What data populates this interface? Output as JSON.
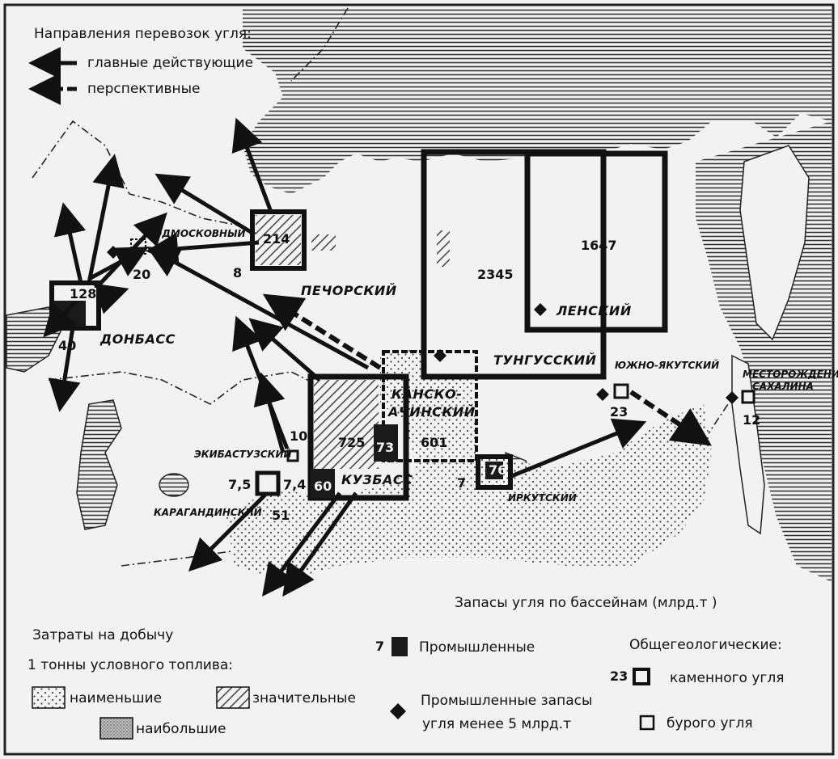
{
  "legend_transport": {
    "title": "Направления перевозок угля:",
    "main": "главные действующие",
    "prospective": "перспективные"
  },
  "legend_reserves": {
    "title": "Запасы угля по бассейнам (млрд.т )",
    "industrial_value": "7",
    "industrial": "Промышленные",
    "general_title": "Общегеологические:",
    "hard_value": "23",
    "hard_coal": "каменного угля",
    "brown_coal": "бурого угля",
    "small_reserves_line1": "Промышленные запасы",
    "small_reserves_line2": "угля менее 5 млрд.т"
  },
  "legend_costs": {
    "title_line1": "Затраты на добычу",
    "title_line2": "1 тонны условного топлива:",
    "lowest": "наименьшие",
    "significant": "значительные",
    "highest": "наибольшие"
  },
  "basins": {
    "podmoskovny": "ПОДМОСКОВНЫЙ",
    "pechorsky": "ПЕЧОРСКИЙ",
    "donbass": "ДОНБАСС",
    "tungussky": "ТУНГУССКИЙ",
    "lensky": "ЛЕНСКИЙ",
    "kansk_line1": "КАНСКО-",
    "kansk_line2": "АЧИНСКИЙ",
    "kuzbass": "КУЗБАСС",
    "ekibastuz": "ЭКИБАСТУЗСКИЙ",
    "karaganda": "КАРАГАНДИНСКИЙ",
    "irkutsk": "ИРКУТСКИЙ",
    "south_yakut": "ЮЖНО-ЯКУТСКИЙ",
    "sakhalin_line1": "МЕСТОРОЖДЕНИЯ",
    "sakhalin_line2": "САХАЛИНА"
  },
  "values": {
    "pechora_total": "214",
    "pechora_ind": "8",
    "podmoskovny": "20",
    "donbass_total": "128",
    "donbass_ind": "40",
    "tunguska": "2345",
    "lena": "1647",
    "kansk": "601",
    "kuzbass_total": "725",
    "kuzbass_ind_a": "73",
    "kuzbass_ind_b": "60",
    "ekibastuz": "10",
    "karaganda_a": "7,5",
    "karaganda_b": "7,4",
    "karaganda_c": "51",
    "irkutsk_total": "76",
    "irkutsk_ind": "7",
    "south_yakut": "23",
    "sakhalin": "12"
  }
}
